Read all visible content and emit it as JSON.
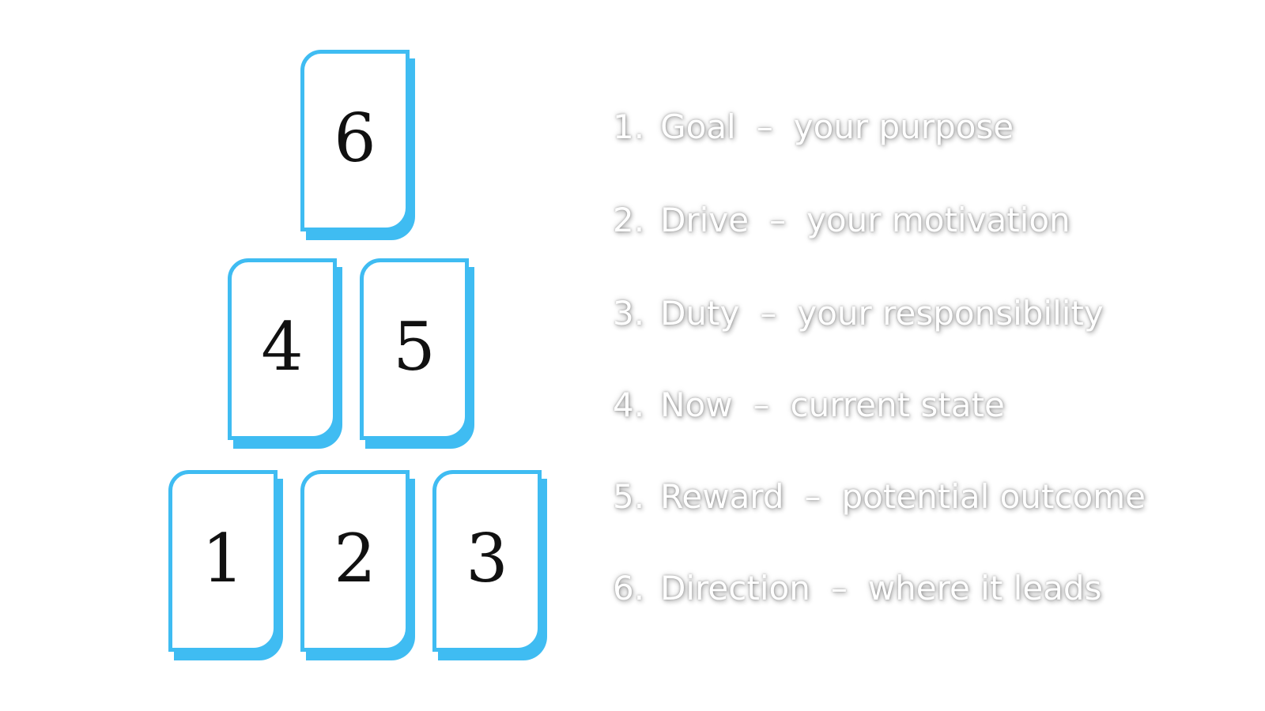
{
  "cards": [
    {
      "number": "6"
    },
    {
      "number": "4"
    },
    {
      "number": "5"
    },
    {
      "number": "1"
    },
    {
      "number": "2"
    },
    {
      "number": "3"
    }
  ],
  "legend": [
    {
      "index": "1.",
      "name": "Goal",
      "separator": "–",
      "meaning": "your purpose"
    },
    {
      "index": "2.",
      "name": "Drive",
      "separator": "–",
      "meaning": "your motivation"
    },
    {
      "index": "3.",
      "name": "Duty",
      "separator": "–",
      "meaning": "your responsibility"
    },
    {
      "index": "4.",
      "name": "Now",
      "separator": "–",
      "meaning": "current state"
    },
    {
      "index": "5.",
      "name": "Reward",
      "separator": "–",
      "meaning": "potential outcome"
    },
    {
      "index": "6.",
      "name": "Direction",
      "separator": "–",
      "meaning": "where it leads"
    }
  ],
  "colors": {
    "card_border": "#3fbcf2",
    "card_fill": "#ffffff",
    "number_text": "#111111",
    "legend_text": "#ffffff"
  }
}
